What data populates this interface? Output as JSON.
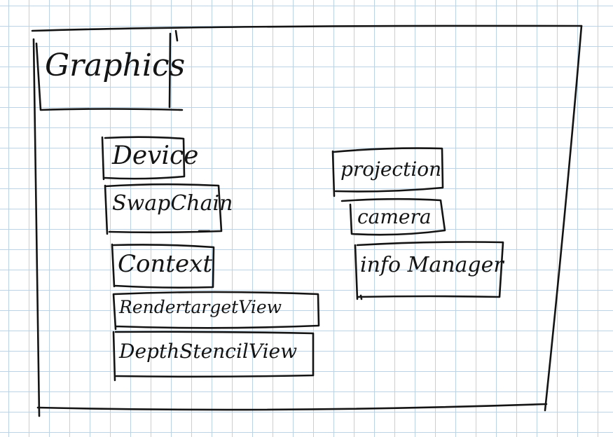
{
  "diagram": {
    "title": "Graphics",
    "left_components": [
      {
        "label": "Device"
      },
      {
        "label": "SwapChain"
      },
      {
        "label": "Context"
      },
      {
        "label": "RendertargetView"
      },
      {
        "label": "DepthStencilView"
      }
    ],
    "right_components": [
      {
        "label": "projection"
      },
      {
        "label": "camera"
      },
      {
        "label": "info Manager"
      }
    ]
  },
  "colors": {
    "ink": "#141414",
    "grid": "#bcd3e6",
    "paper": "#ffffff"
  }
}
